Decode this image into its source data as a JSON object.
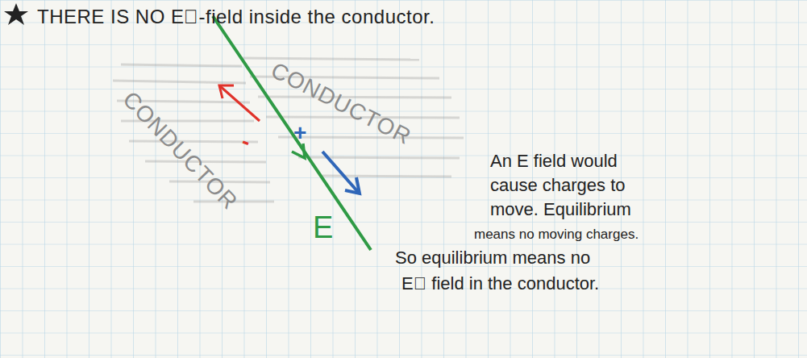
{
  "diagram": {
    "title": "THERE IS NO E⃗-field inside the conductor.",
    "labels": [
      "CONDUCTOR",
      "CONDUCTOR",
      "-",
      "+",
      "E",
      "An E field would",
      "cause charges to",
      "move. Equilibrium",
      "means no moving charges.",
      "So equilibrium means no",
      "E⃗ field in the conductor."
    ]
  }
}
